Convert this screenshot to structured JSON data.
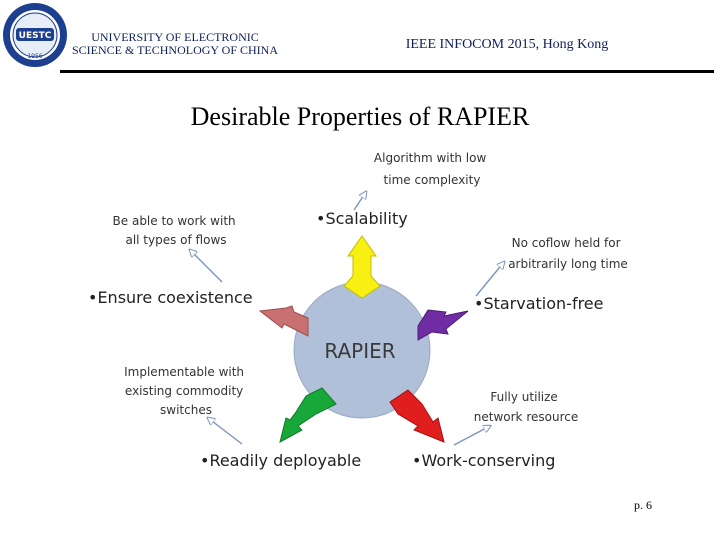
{
  "header": {
    "university_line1": "UNIVERSITY OF ELECTRONIC",
    "university_line2": "SCIENCE & TECHNOLOGY OF CHINA",
    "logo_text": "UESTC",
    "logo_year": "1956",
    "conference": "IEEE INFOCOM 2015, Hong Kong"
  },
  "slide": {
    "title": "Desirable Properties of RAPIER",
    "page_number": "p. 6"
  },
  "diagram": {
    "center": "RAPIER",
    "properties": [
      {
        "label": "•Scalability",
        "note_lines": [
          "Algorithm with low",
          "time complexity"
        ],
        "color": "#f7f012"
      },
      {
        "label": "•Starvation-free",
        "note_lines": [
          "No coflow held for",
          "arbitrarily long time"
        ],
        "color": "#6f2ca3"
      },
      {
        "label": "•Work-conserving",
        "note_lines": [
          "Fully utilize",
          "network resource"
        ],
        "color": "#e01e1e"
      },
      {
        "label": "•Readily deployable",
        "note_lines": [
          "Implementable with",
          "existing commodity",
          "switches"
        ],
        "color": "#18a83a"
      },
      {
        "label": "•Ensure coexistence",
        "note_lines": [
          "Be able to work with",
          "all types of flows"
        ],
        "color": "#c97070"
      }
    ]
  }
}
